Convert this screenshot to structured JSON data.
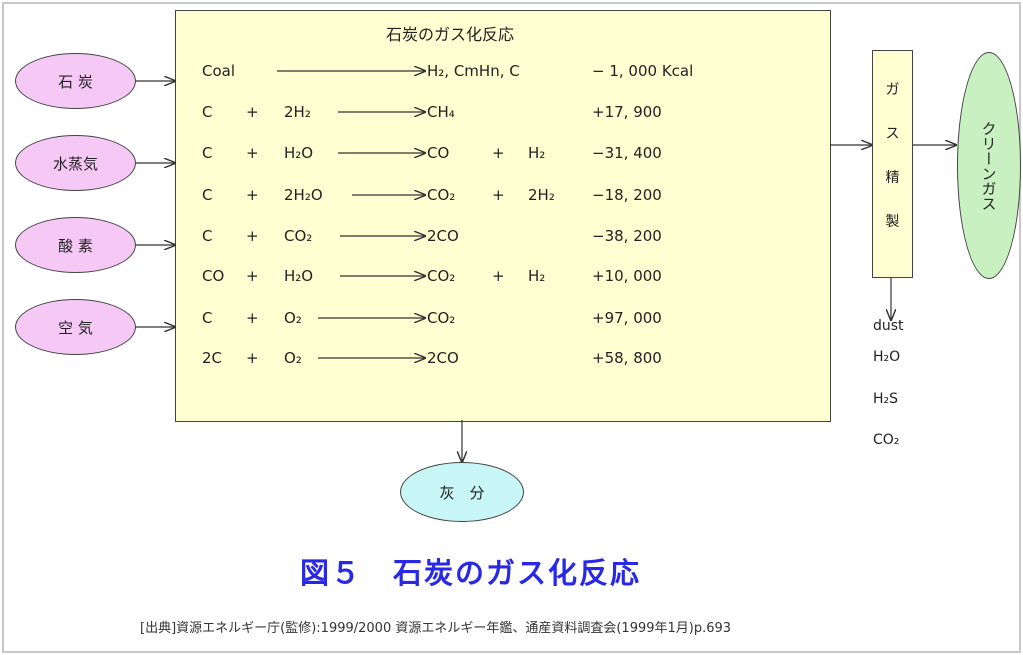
{
  "title": "図５　石炭のガス化反応",
  "box_title": "石炭のガス化反応",
  "source": "[出典]資源エネルギー庁(監修):1999/2000 資源エネルギー年鑑、通産資料調査会(1999年1月)p.693",
  "inputs": [
    "石 炭",
    "水蒸気",
    "酸 素",
    "空 気"
  ],
  "reactions": [
    {
      "r1": "Coal",
      "plus1": "",
      "r2": "",
      "p1": "H₂,  CmHn,   C",
      "plus2": "",
      "p2": "",
      "heat": "−  1, 000 Kcal"
    },
    {
      "r1": "C",
      "plus1": "+",
      "r2": "2H₂",
      "p1": "CH₄",
      "plus2": "",
      "p2": "",
      "heat": "+17, 900"
    },
    {
      "r1": "C",
      "plus1": "+",
      "r2": "H₂O",
      "p1": "CO",
      "plus2": "+",
      "p2": "H₂",
      "heat": "−31, 400"
    },
    {
      "r1": "C",
      "plus1": "+",
      "r2": "2H₂O",
      "p1": "CO₂",
      "plus2": "+",
      "p2": "2H₂",
      "heat": "−18, 200"
    },
    {
      "r1": "C",
      "plus1": "+",
      "r2": "CO₂",
      "p1": "2CO",
      "plus2": "",
      "p2": "",
      "heat": "−38, 200"
    },
    {
      "r1": "CO",
      "plus1": "+",
      "r2": "H₂O",
      "p1": "CO₂",
      "plus2": "+",
      "p2": "H₂",
      "heat": "+10, 000"
    },
    {
      "r1": "C",
      "plus1": "+",
      "r2": "O₂",
      "p1": "CO₂",
      "plus2": "",
      "p2": "",
      "heat": "+97, 000"
    },
    {
      "r1": "2C",
      "plus1": "+",
      "r2": "O₂",
      "p1": "2CO",
      "plus2": "",
      "p2": "",
      "heat": "+58, 800"
    }
  ],
  "purification": [
    "ガ",
    "ス",
    "精",
    "製"
  ],
  "clean_gas": "クリーンガス",
  "ash": "灰　分",
  "byproducts": [
    "dust",
    "H₂O",
    "H₂S",
    "CO₂"
  ]
}
